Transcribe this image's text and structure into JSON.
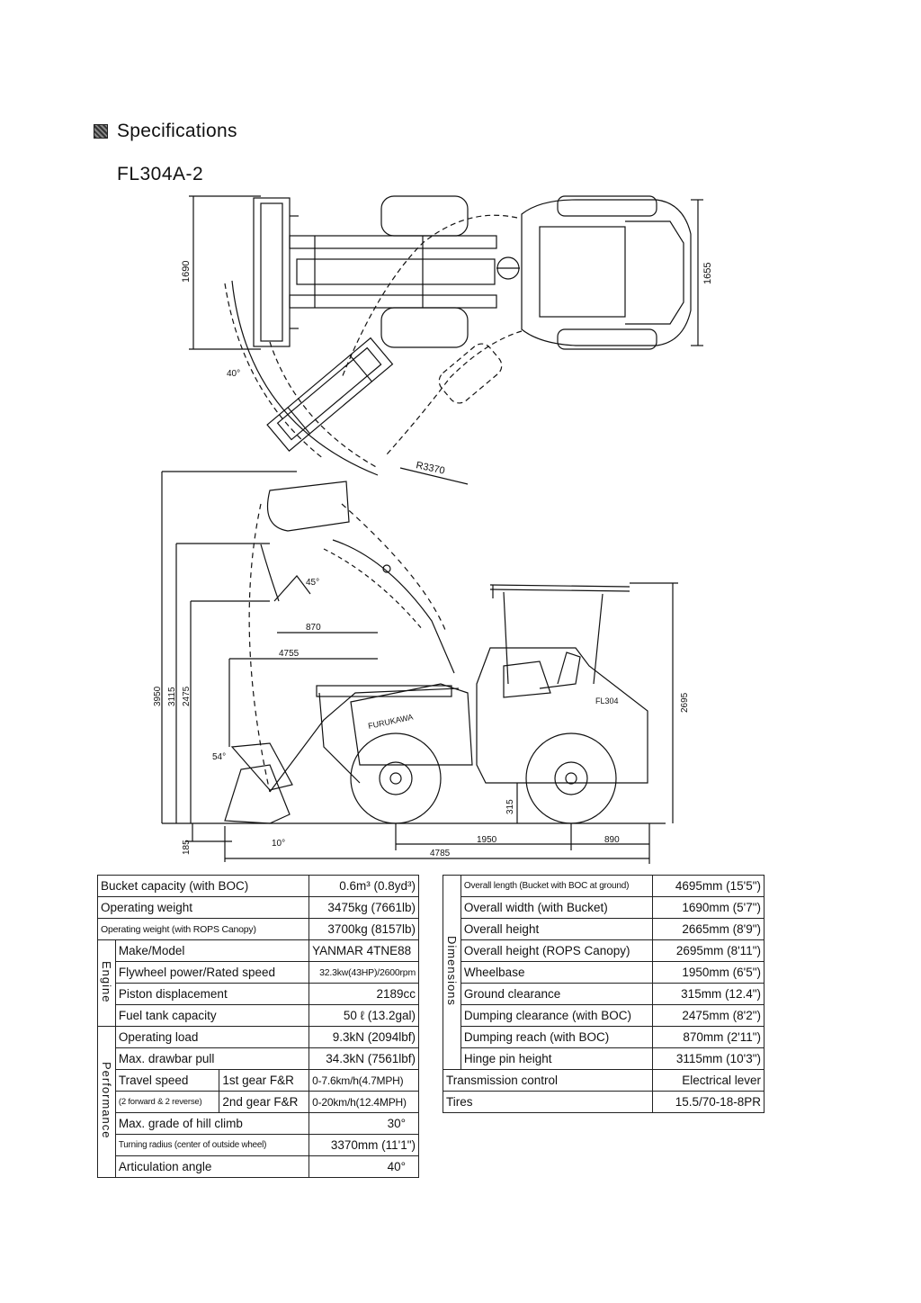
{
  "header": {
    "section_icon": "filled-square-icon",
    "title": "Specifications",
    "model": "FL304A-2"
  },
  "drawing": {
    "top_view": {
      "bucket_width": "1690",
      "machine_width": "1655",
      "articulation_angle": "40°",
      "turning_radius": "R3370"
    },
    "side_view": {
      "max_height": "3950",
      "hinge_pin_height": "3115",
      "dump_clearance": "2475",
      "dump_angle": "45°",
      "dump_reach": "870",
      "reach": "4755",
      "rollback_angle": "54°",
      "dig_depth": "185",
      "bucket_angle": "10°",
      "ground_clearance": "315",
      "wheelbase": "1950",
      "rear_overhang": "890",
      "overall_length": "4785",
      "overall_height": "2695",
      "brand_mark": "FURUKAWA",
      "model_badge": "FL304"
    }
  },
  "left_table": {
    "bucket_capacity": {
      "label": "Bucket capacity (with BOC)",
      "value": "0.6m³ (0.8yd³)"
    },
    "operating_weight": {
      "label": "Operating weight",
      "value": "3475kg (7661lb)"
    },
    "operating_weight_rops": {
      "label": "Operating weight (with ROPS Canopy)",
      "value": "3700kg (8157lb)"
    },
    "engine": {
      "group": "Engine",
      "rows": [
        {
          "label": "Make/Model",
          "value": "YANMAR 4TNE88"
        },
        {
          "label": "Flywheel power/Rated speed",
          "value": "32.3kw(43HP)/2600rpm"
        },
        {
          "label": "Piston displacement",
          "value": "2189cc"
        },
        {
          "label": "Fuel tank capacity",
          "value": "50 ℓ (13.2gal)"
        }
      ]
    },
    "performance": {
      "group": "Performance",
      "operating_load": {
        "label": "Operating load",
        "value": "9.3kN (2094lbf)"
      },
      "drawbar_pull": {
        "label": "Max. drawbar pull",
        "value": "34.3kN (7561lbf)"
      },
      "travel_speed": {
        "label": "Travel speed",
        "sublabel": "(2 forward & 2 reverse)",
        "gear1_label": "1st gear F&R",
        "gear1_value": "0-7.6km/h(4.7MPH)",
        "gear2_label": "2nd gear F&R",
        "gear2_value": "0-20km/h(12.4MPH)"
      },
      "hill_climb": {
        "label": "Max. grade of hill climb",
        "value": "30°"
      },
      "turning_radius": {
        "label": "Turning radius (center of outside wheel)",
        "value": "3370mm (11'1\")"
      },
      "articulation": {
        "label": "Articulation angle",
        "value": "40°"
      }
    }
  },
  "right_table": {
    "dimensions": {
      "group": "Dimensions",
      "rows": [
        {
          "label": "Overall length (Bucket with BOC at ground)",
          "value": "4695mm (15'5\")"
        },
        {
          "label": "Overall width (with Bucket)",
          "value": "1690mm (5'7\")"
        },
        {
          "label": "Overall height",
          "value": "2665mm (8'9\")"
        },
        {
          "label": "Overall height (ROPS Canopy)",
          "value": "2695mm (8'11\")"
        },
        {
          "label": "Wheelbase",
          "value": "1950mm (6'5\")"
        },
        {
          "label": "Ground clearance",
          "value": "315mm (12.4\")"
        },
        {
          "label": "Dumping clearance (with BOC)",
          "value": "2475mm (8'2\")"
        },
        {
          "label": "Dumping reach (with BOC)",
          "value": "870mm (2'11\")"
        },
        {
          "label": "Hinge pin height",
          "value": "3115mm (10'3\")"
        }
      ]
    },
    "transmission": {
      "label": "Transmission control",
      "value": "Electrical lever"
    },
    "tires": {
      "label": "Tires",
      "value": "15.5/70-18-8PR"
    }
  }
}
